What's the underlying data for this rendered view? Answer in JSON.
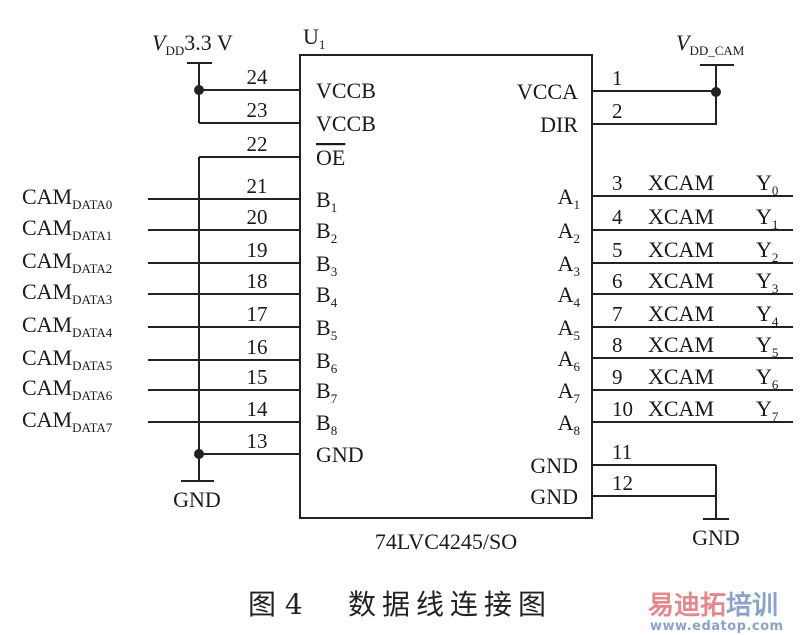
{
  "chip": {
    "ref": "U",
    "ref_sub": "1",
    "part": "74LVC4245/SO"
  },
  "power": {
    "vddb_label": "V",
    "vddb_sub": "DD",
    "vddb_value": "3.3 V",
    "vdda_label": "V",
    "vdda_sub": "DD_CAM",
    "gnd_left": "GND",
    "gnd_right": "GND"
  },
  "left_pins": [
    {
      "num": "24",
      "name": "VCCB",
      "sub": "",
      "net": ""
    },
    {
      "num": "23",
      "name": "VCCB",
      "sub": "",
      "net": ""
    },
    {
      "num": "22",
      "name": "OE",
      "sub": "",
      "net": "",
      "overline": true
    },
    {
      "num": "21",
      "name": "B",
      "sub": "1",
      "net": "CAM",
      "net_sub": "DATA0"
    },
    {
      "num": "20",
      "name": "B",
      "sub": "2",
      "net": "CAM",
      "net_sub": "DATA1"
    },
    {
      "num": "19",
      "name": "B",
      "sub": "3",
      "net": "CAM",
      "net_sub": "DATA2"
    },
    {
      "num": "18",
      "name": "B",
      "sub": "4",
      "net": "CAM",
      "net_sub": "DATA3"
    },
    {
      "num": "17",
      "name": "B",
      "sub": "5",
      "net": "CAM",
      "net_sub": "DATA4"
    },
    {
      "num": "16",
      "name": "B",
      "sub": "6",
      "net": "CAM",
      "net_sub": "DATA5"
    },
    {
      "num": "15",
      "name": "B",
      "sub": "7",
      "net": "CAM",
      "net_sub": "DATA6"
    },
    {
      "num": "14",
      "name": "B",
      "sub": "8",
      "net": "CAM",
      "net_sub": "DATA7"
    },
    {
      "num": "13",
      "name": "GND",
      "sub": "",
      "net": ""
    }
  ],
  "right_pins": [
    {
      "num": "1",
      "name": "VCCA",
      "sub": ""
    },
    {
      "num": "2",
      "name": "DIR",
      "sub": ""
    },
    {
      "num": "3",
      "name": "A",
      "sub": "1",
      "net": "XCAM",
      "net_end": "Y",
      "net_end_sub": "0"
    },
    {
      "num": "4",
      "name": "A",
      "sub": "2",
      "net": "XCAM",
      "net_end": "Y",
      "net_end_sub": "1"
    },
    {
      "num": "5",
      "name": "A",
      "sub": "3",
      "net": "XCAM",
      "net_end": "Y",
      "net_end_sub": "2"
    },
    {
      "num": "6",
      "name": "A",
      "sub": "4",
      "net": "XCAM",
      "net_end": "Y",
      "net_end_sub": "3"
    },
    {
      "num": "7",
      "name": "A",
      "sub": "5",
      "net": "XCAM",
      "net_end": "Y",
      "net_end_sub": "4"
    },
    {
      "num": "8",
      "name": "A",
      "sub": "6",
      "net": "XCAM",
      "net_end": "Y",
      "net_end_sub": "5"
    },
    {
      "num": "9",
      "name": "A",
      "sub": "7",
      "net": "XCAM",
      "net_end": "Y",
      "net_end_sub": "6"
    },
    {
      "num": "10",
      "name": "A",
      "sub": "8",
      "net": "XCAM",
      "net_end": "Y",
      "net_end_sub": "7"
    },
    {
      "num": "11",
      "name": "GND",
      "sub": ""
    },
    {
      "num": "12",
      "name": "GND",
      "sub": ""
    }
  ],
  "caption": {
    "fig": "图 4",
    "title": "数据线连接图"
  },
  "watermark": {
    "cn_part1": "易迪拓",
    "cn_part2": "培训",
    "url": "www.edatop.com",
    "color1": "#e6878c",
    "color2": "#8aa3c8"
  }
}
